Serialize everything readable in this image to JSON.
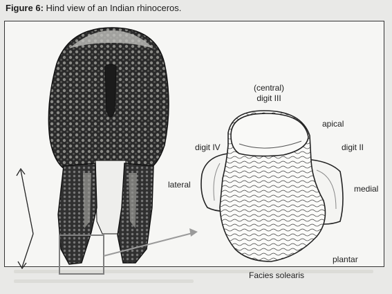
{
  "caption": {
    "label": "Figure 6:",
    "text": "Hind view of an Indian rhinoceros."
  },
  "labels": {
    "central_line1": "(central)",
    "central_line2": "digit III",
    "apical": "apical",
    "digit_iv": "digit IV",
    "digit_ii": "digit II",
    "lateral": "lateral",
    "medial": "medial",
    "plantar": "plantar",
    "facies": "Facies solearis"
  }
}
